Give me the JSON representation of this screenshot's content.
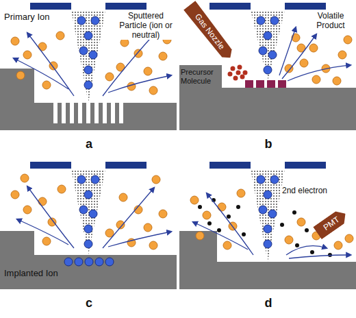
{
  "diagram": {
    "nodes": [
      {
        "text": [
          "Gas Nozzle"
        ]
      },
      {
        "text": [
          "PMT"
        ]
      }
    ],
    "labels": [
      "Primary Ion",
      "Sputtered Particle (ion or neutral)",
      "Volatile Product",
      "Precursor Molecule",
      "a",
      "b",
      "2nd electron",
      "Implanted Ion",
      "c",
      "d"
    ]
  }
}
